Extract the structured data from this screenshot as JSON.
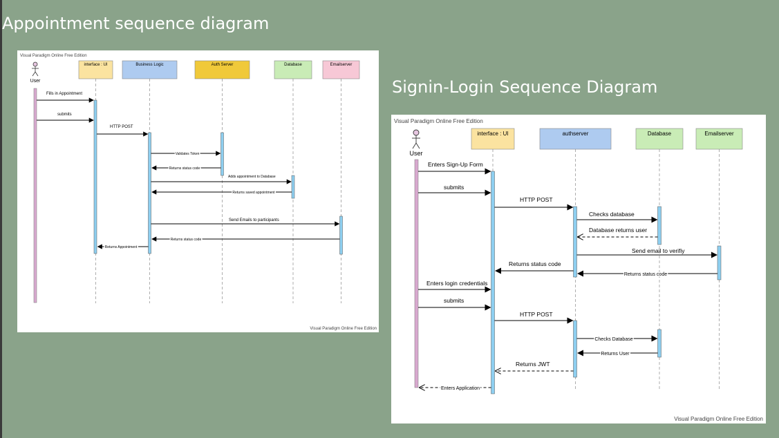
{
  "slide": {
    "title1": "Appointment sequence diagram",
    "title2": "Signin-Login Sequence Diagram"
  },
  "diagram1": {
    "watermark_top": "Visual Paradigm Online Free Edition",
    "watermark_bottom": "Visual Paradigm Online Free Edition",
    "actor": "User",
    "lifelines": [
      "interface : UI",
      "Business Logic",
      "Auth Server",
      "Database",
      "Emailserver"
    ],
    "messages": [
      "Fills in Appointment",
      "submits",
      "HTTP POST",
      "Validates Token",
      "Returns status code",
      "Adds appointment to Database",
      "Returns saved appointment",
      "Send Emails to participants",
      "Returns status code",
      "Returns Appointment"
    ]
  },
  "diagram2": {
    "watermark_top": "Visual Paradigm Online Free Edition",
    "watermark_bottom": "Visual Paradigm Online Free Edition",
    "actor": "User",
    "lifelines": [
      "interface : UI",
      "authserver",
      "Database",
      "Emailserver"
    ],
    "messages": [
      "Enters Sign-Up Form",
      "submits",
      "HTTP POST",
      "Checks database",
      "Database returns user",
      "Send email to verifiy",
      "Returns status code",
      "Returns status code",
      "Enters login credentials",
      "submits",
      "HTTP POST",
      "Checks Database",
      "Returns User",
      "Returns JWT",
      "Enters Application"
    ]
  },
  "colors": {
    "background": "#8aa38a",
    "ui_box": "#fbe3a0",
    "business_box": "#aecbf0",
    "auth_box": "#f0c93a",
    "database_box": "#c9ecb6",
    "email_box": "#f7c8d6",
    "activation": "#8ecff0",
    "user_bar": "#d8a9cf"
  }
}
